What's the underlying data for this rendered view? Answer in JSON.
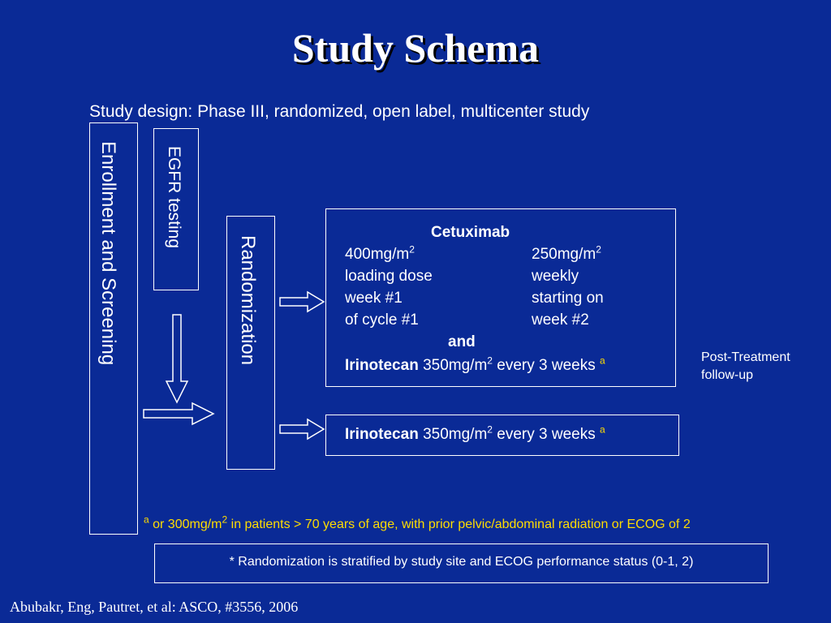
{
  "title": "Study Schema",
  "subtitle": "Study design: Phase III, randomized, open label, multicenter study",
  "enrollment_label": "Enrollment and Screening",
  "egfr_label": "EGFR testing",
  "randomization_label": "Randomization",
  "arm1": {
    "drug_title": "Cetuximab",
    "col1_dose": "400mg/m",
    "col1_line2": "loading dose",
    "col1_line3": "week #1",
    "col1_line4": "of cycle #1",
    "col2_dose": "250mg/m",
    "col2_line2": "weekly",
    "col2_line3": "starting on",
    "col2_line4": "week #2",
    "sup2": "2",
    "and": "and",
    "irinotecan_name": "Irinotecan",
    "irinotecan_dose": " 350mg/m",
    "irinotecan_schedule": " every 3 weeks ",
    "footnote_marker": "a"
  },
  "arm2": {
    "irinotecan_name": "Irinotecan",
    "irinotecan_dose": " 350mg/m",
    "sup2": "2",
    "irinotecan_schedule": " every 3 weeks ",
    "footnote_marker": "a"
  },
  "post_treatment": {
    "line1": "Post-Treatment",
    "line2": "follow-up"
  },
  "footnote": {
    "marker": "a",
    "text_before": " or 300mg/m",
    "sup": "2",
    "text_after": " in patients > 70 years of age, with prior pelvic/abdominal radiation or ECOG of 2"
  },
  "stratification_note": "* Randomization is stratified by study site and ECOG performance status (0-1, 2)",
  "citation": "Abubakr, Eng, Pautret, et al: ASCO,  #3556, 2006"
}
